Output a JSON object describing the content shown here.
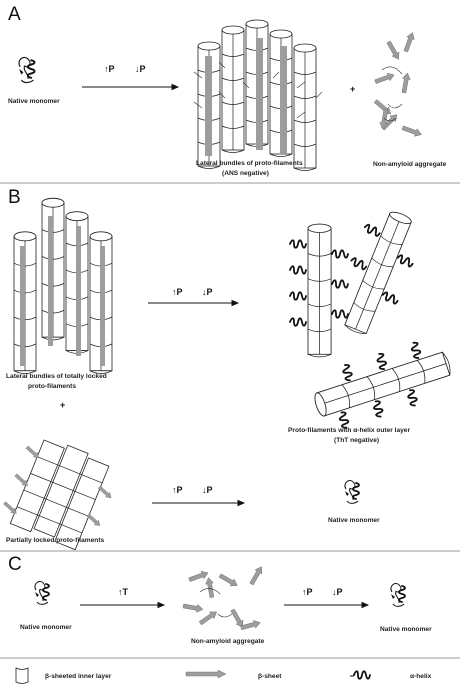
{
  "panels": {
    "a": {
      "letter": "A",
      "native": "Native monomer",
      "arrow": {
        "up": "↑P",
        "down": "↓P"
      },
      "plus": "+",
      "bundles": [
        "Lateral bundles of proto-filaments",
        "(ANS negative)"
      ],
      "aggregate": "Non-amyloid aggregate"
    },
    "b": {
      "letter": "B",
      "locked": [
        "Lateral bundles of totally locked",
        "proto-filaments"
      ],
      "arrow1": {
        "up": "↑P",
        "down": "↓P"
      },
      "helixfil": [
        "Proto-filaments with α-helix outer layer",
        "(ThT negative)"
      ],
      "plus": "+",
      "partial": "Partially locked proto-filaments",
      "arrow2": {
        "up": "↑P",
        "down": "↓P"
      },
      "native": "Native monomer"
    },
    "c": {
      "letter": "C",
      "native_left": "Native monomer",
      "arrow1": {
        "up": "↑T"
      },
      "aggregate": "Non-amyloid aggregate",
      "arrow2": {
        "up": "↑P",
        "down": "↓P"
      },
      "native_right": "Native monomer"
    }
  },
  "legend": {
    "inner": "β-sheeted inner layer",
    "sheet": "β-sheet",
    "helix": "α-helix"
  }
}
